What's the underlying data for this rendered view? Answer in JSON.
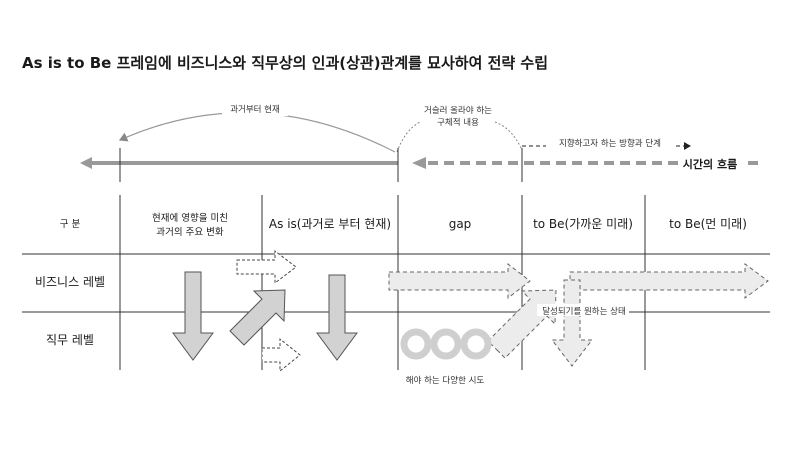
{
  "title": "As is to Be 프레임에 비즈니스와 직무상의 인과(상관)관계를 묘사하여 전략 수립",
  "timeline": {
    "past_label": "과거부터 현재",
    "reverse_note_line1": "거슬러 올라야 하는",
    "reverse_note_line2": "구체적 내용",
    "direction_label": "지향하고자 하는 방향과 단계",
    "time_flow_label": "시간의 흐름"
  },
  "table": {
    "headers": {
      "category": "구 분",
      "change_line1": "현재에 영향을 미친",
      "change_line2": "과거의 주요 변화",
      "as_is": "As is(과거로 부터 현재)",
      "gap": "gap",
      "to_be_near": "to Be(가까운 미래)",
      "to_be_far": "to Be(먼 미래)"
    },
    "rows": {
      "business": "비즈니스 레벨",
      "job": "직무 레벨"
    }
  },
  "annotations": {
    "desired_state": "달성되기를 원하는 상태",
    "attempts": "해야 하는 다양한 시도"
  }
}
